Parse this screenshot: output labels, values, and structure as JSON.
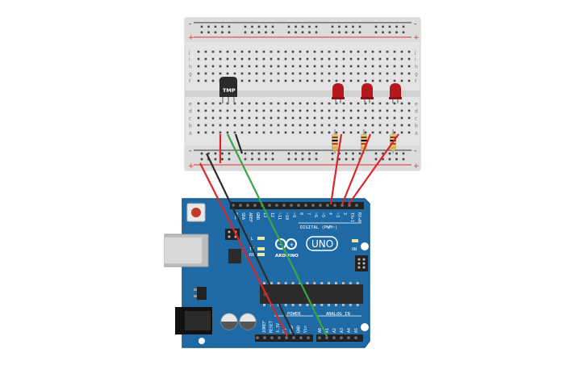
{
  "breadboard": {
    "rail_minus": "-",
    "rail_plus": "+",
    "row_letters_top": [
      "j",
      "i",
      "h",
      "g",
      "f"
    ],
    "row_letters_bottom": [
      "e",
      "d",
      "c",
      "b",
      "a"
    ],
    "columns": 30
  },
  "components": {
    "sensor_label": "TMP",
    "led_count": 3,
    "resistor_count": 3
  },
  "arduino": {
    "logo_text": "ARDUINO",
    "model": "UNO",
    "on_label": "ON",
    "tx_label": "TX",
    "rx_label": "RX",
    "l_label": "L",
    "digital_header": "DIGITAL (PWM~)",
    "power_header": "POWER",
    "analog_header": "ANALOG IN",
    "top_pins": [
      "SCL",
      "SDA",
      "AREF",
      "GND",
      "13",
      "12",
      "~11",
      "~10",
      "~9",
      "8",
      "7",
      "~6",
      "~5",
      "4",
      "~3",
      "2",
      "TX▸1",
      "RX◂0"
    ],
    "power_pins": [
      "IOREF",
      "RESET",
      "3.3V",
      "5V",
      "GND",
      "GND",
      "Vin"
    ],
    "analog_pins": [
      "A0",
      "A1",
      "A2",
      "A3",
      "A4",
      "A5"
    ]
  },
  "colors": {
    "board_blue": "#1f6aa5",
    "breadboard": "#e6e6e6",
    "wire_red": "#d8262b",
    "wire_black": "#2b2b2b",
    "wire_green": "#3aa545",
    "led_red": "#b3181d"
  }
}
